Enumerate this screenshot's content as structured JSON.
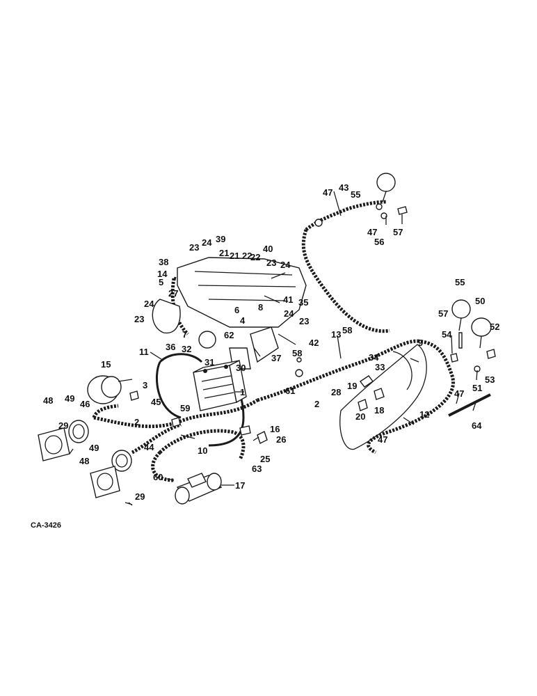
{
  "diagram": {
    "drawing_code": "CA-3426",
    "callouts": [
      "1",
      "2",
      "3",
      "4",
      "5",
      "6",
      "7",
      "8",
      "9",
      "10",
      "11",
      "12",
      "13",
      "14",
      "15",
      "16",
      "17",
      "18",
      "19",
      "20",
      "21",
      "22",
      "23",
      "24",
      "25",
      "26",
      "27",
      "28",
      "29",
      "30",
      "31",
      "32",
      "33",
      "34",
      "35",
      "36",
      "37",
      "38",
      "39",
      "40",
      "41",
      "42",
      "43",
      "44",
      "45",
      "46",
      "47",
      "48",
      "49",
      "50",
      "51",
      "52",
      "53",
      "54",
      "55",
      "56",
      "57",
      "58",
      "59",
      "60",
      "61",
      "62",
      "63",
      "64"
    ]
  }
}
